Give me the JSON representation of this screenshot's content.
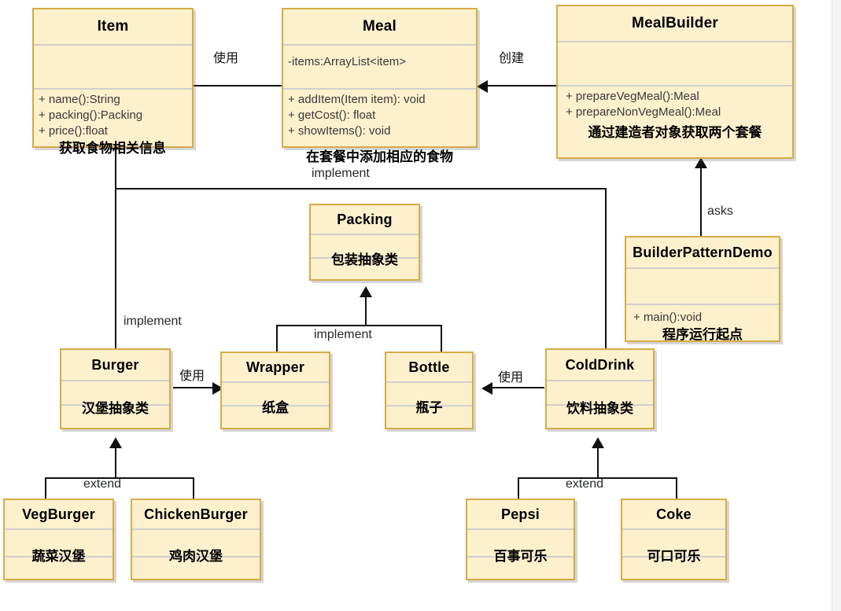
{
  "diagram": {
    "title": "Builder Pattern UML Class Diagram",
    "colors": {
      "box_fill": "#fdf0cd",
      "box_border": "#d6ab47",
      "separator": "#cfcfcf",
      "line": "#111111",
      "label_text": "#25282c",
      "background": "#ffffff"
    }
  },
  "classes": {
    "item": {
      "name": "Item",
      "attributes": [],
      "methods": [
        "+ name():String",
        "+ packing():Packing",
        "+ price():float"
      ],
      "note": "获取食物相关信息"
    },
    "meal": {
      "name": "Meal",
      "attributes": [
        "-items:ArrayList<item>"
      ],
      "methods": [
        "+ addItem(Item item): void",
        "+ getCost(): float",
        "+ showItems(): void"
      ],
      "note": "在套餐中添加相应的食物"
    },
    "meal_builder": {
      "name": "MealBuilder",
      "attributes": [],
      "methods": [
        "+ prepareVegMeal():Meal",
        "+ prepareNonVegMeal():Meal"
      ],
      "note": "通过建造者对象获取两个套餐"
    },
    "builder_pattern_demo": {
      "name": "BuilderPatternDemo",
      "attributes": [],
      "methods": [
        "+ main():void"
      ],
      "note": "程序运行起点"
    },
    "packing": {
      "name": "Packing",
      "note": "包装抽象类"
    },
    "burger": {
      "name": "Burger",
      "note": "汉堡抽象类"
    },
    "wrapper": {
      "name": "Wrapper",
      "note": "纸盒"
    },
    "bottle": {
      "name": "Bottle",
      "note": "瓶子"
    },
    "cold_drink": {
      "name": "ColdDrink",
      "note": "饮料抽象类"
    },
    "veg_burger": {
      "name": "VegBurger",
      "note": "蔬菜汉堡"
    },
    "chicken_burger": {
      "name": "ChickenBurger",
      "note": "鸡肉汉堡"
    },
    "pepsi": {
      "name": "Pepsi",
      "note": "百事可乐"
    },
    "coke": {
      "name": "Coke",
      "note": "可口可乐"
    }
  },
  "relations": {
    "meal_uses_item": "使用",
    "mealbuilder_creates_meal": "创建",
    "demo_asks_mealbuilder": "asks",
    "colddrink_implements_item": "implement",
    "burger_implements_item": "implement",
    "packing_implement": "implement",
    "burger_uses_wrapper": "使用",
    "colddrink_uses_bottle": "使用",
    "burger_extend": "extend",
    "colddrink_extend": "extend"
  }
}
